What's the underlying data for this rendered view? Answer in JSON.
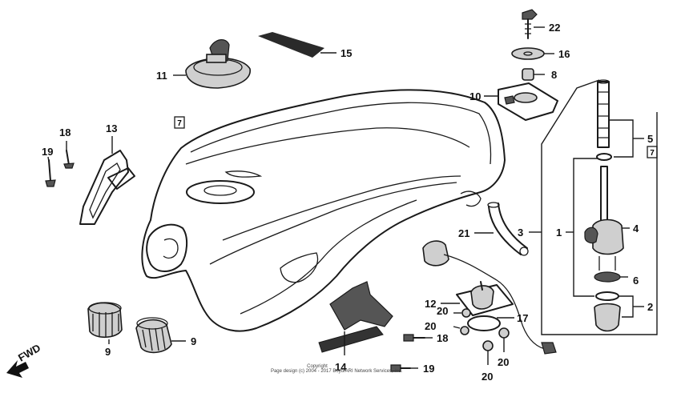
{
  "diagram": {
    "callouts": {
      "c1": "1",
      "c2": "2",
      "c3": "3",
      "c4": "4",
      "c5": "5",
      "c6": "6",
      "c8": "8",
      "c9a": "9",
      "c9b": "9",
      "c10": "10",
      "c11": "11",
      "c12": "12",
      "c13": "13",
      "c14": "14",
      "c15": "15",
      "c16": "16",
      "c17": "17",
      "c18a": "18",
      "c18b": "18",
      "c19a": "19",
      "c19b": "19",
      "c20a": "20",
      "c20b": "20",
      "c20c": "20",
      "c20d": "20",
      "c21": "21",
      "c22": "22"
    },
    "marker_glyph": "7",
    "fwd_label": "FWD",
    "copyright_lines": [
      "Copyright",
      "Page design (c) 2004 - 2017 Boyd/ARI Network Services, Inc."
    ]
  }
}
